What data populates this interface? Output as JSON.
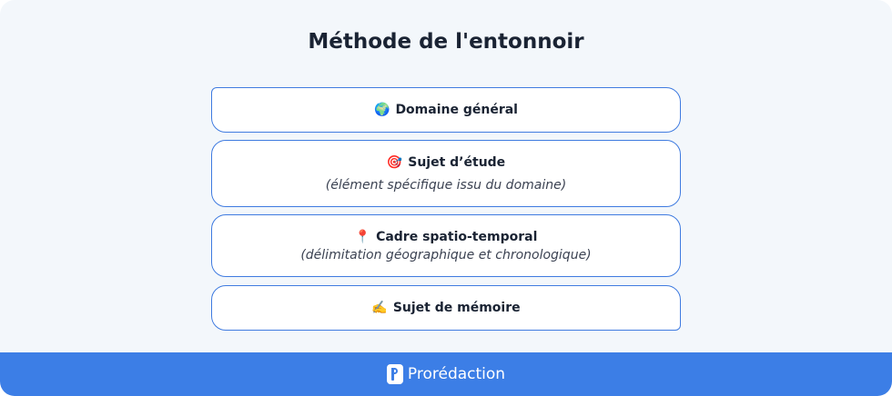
{
  "title": "Méthode de l'entonnoir",
  "steps": [
    {
      "icon": "globe-icon",
      "emoji": "🌍",
      "label": "Domaine général"
    },
    {
      "icon": "target-icon",
      "emoji": "🎯",
      "label": "Sujet d’étude",
      "note": "(élément spécifique issu du domaine)"
    },
    {
      "icon": "pin-icon",
      "emoji": "📍",
      "label": "Cadre spatio-temporal",
      "note": "(délimitation géographique et chronologique)"
    },
    {
      "icon": "writing-hand-icon",
      "emoji": "✍️",
      "label": "Sujet de mémoire"
    }
  ],
  "footer": {
    "brand": "Prorédaction"
  },
  "colors": {
    "accent": "#3c7ee6",
    "border": "#3f7be0",
    "background": "#f3f7fb",
    "title": "#1a2333"
  }
}
